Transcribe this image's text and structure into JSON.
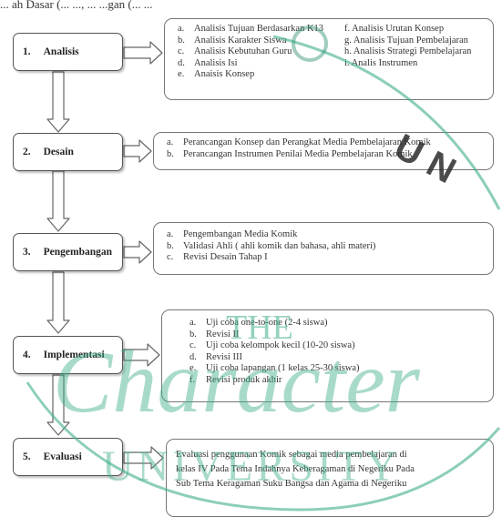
{
  "top_fragment": "... ah Dasar (... ..., ... ...gan (... ...",
  "steps": [
    {
      "number": "1.",
      "label": "Analisis"
    },
    {
      "number": "2.",
      "label": "Desain"
    },
    {
      "number": "3.",
      "label": "Pengembangan"
    },
    {
      "number": "4.",
      "label": "Implementasi"
    },
    {
      "number": "5.",
      "label": "Evaluasi"
    }
  ],
  "analisis": {
    "left": [
      {
        "letter": "a.",
        "text": "Analisis Tujuan Berdasarkan K13"
      },
      {
        "letter": "b.",
        "text": "Analisis Karakter Siswa"
      },
      {
        "letter": "c.",
        "text": "Analisis Kebutuhan Guru"
      },
      {
        "letter": "d.",
        "text": "Analisis Isi"
      },
      {
        "letter": "e.",
        "text": "Anaisis Konsep"
      }
    ],
    "right": [
      "f. Analisis Urutan Konsep",
      "g. Analisis Tujuan Pembelajaran",
      "h. Analisis Strategi Pembelajaran",
      "i. Analis Instrumen"
    ]
  },
  "desain": [
    {
      "letter": "a.",
      "text": "Perancangan Konsep dan Perangkat Media Pembelajaran Komik"
    },
    {
      "letter": "b.",
      "text": "Perancangan Instrumen Penilai Media Pembelajaran Komik"
    }
  ],
  "pengembangan": [
    {
      "letter": "a.",
      "text": "Pengembangan Media Komik"
    },
    {
      "letter": "b.",
      "text": "Validasi Ahli ( ahli komik dan bahasa, ahli materi)"
    },
    {
      "letter": "c.",
      "text": "Revisi Desain Tahap I"
    }
  ],
  "implementasi": [
    {
      "letter": "a.",
      "text": "Uji coba one-to-one (2-4 siswa)"
    },
    {
      "letter": "b.",
      "text": "Revisi II"
    },
    {
      "letter": "c.",
      "text": "Uji coba kelompok kecil (10-20 siswa)"
    },
    {
      "letter": "d.",
      "text": "Revisi III"
    },
    {
      "letter": "e.",
      "text": "Uji coba lapangan (1 kelas 25-30 siswa)"
    },
    {
      "letter": "f.",
      "text": "Revisi produk akhir"
    }
  ],
  "evaluasi": [
    "Evaluasi penggunaan Komik sebagai media pembelajaran di",
    "kelas IV Pada Tema Indahnya Keberagaman di Negeriku Pada",
    "Sub Tema Keragaman Suku Bangsa dan Agama di Negeriku"
  ],
  "watermark": {
    "the": "THE",
    "character": "Character",
    "university": "UNIVERSITY",
    "corner": "U N",
    "color": "#3fae8c"
  }
}
